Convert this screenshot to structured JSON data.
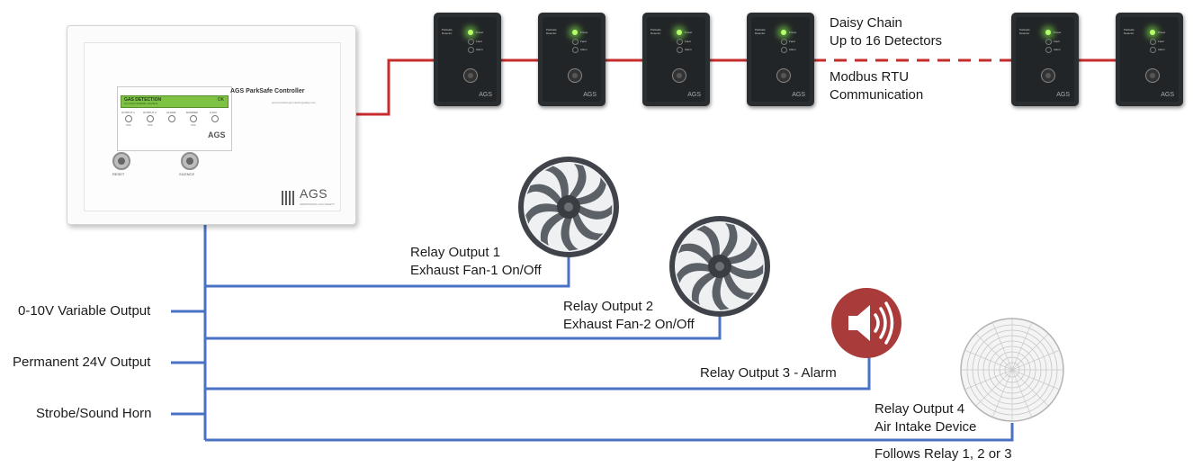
{
  "controller": {
    "title": "AGS ParkSafe Controller",
    "website": "www.armstrongmonitoringsafety.com",
    "lcd_line1": "GAS DETECTION",
    "lcd_status": "OK",
    "lcd_line2": "CO NO2 NORMAL LEVELS",
    "indicators": [
      {
        "label": "OUTPUT 1",
        "state": "OFF"
      },
      {
        "label": "OUTPUT 2",
        "state": "OFF"
      },
      {
        "label": "ALARM",
        "state": ""
      },
      {
        "label": "DAMPER",
        "state": "OFF"
      },
      {
        "label": "0-10V",
        "state": ""
      }
    ],
    "reset_label": "RESET",
    "silence_label": "SILENCE",
    "brand": "AGS",
    "brand_sub": "ARMSTRONG GAS SAFETY"
  },
  "detector": {
    "title_line1": "Parksafe",
    "title_line2": "Detector",
    "power": "Power",
    "fault": "Fault",
    "alarm": "Alarm",
    "brand": "AGS"
  },
  "labels": {
    "daisy_line1": "Daisy Chain",
    "daisy_line2": "Up to 16 Detectors",
    "modbus_line1": "Modbus RTU",
    "modbus_line2": "Communication",
    "relay1_line1": "Relay Output 1",
    "relay1_line2": "Exhaust Fan-1 On/Off",
    "relay2_line1": "Relay Output 2",
    "relay2_line2": "Exhaust Fan-2 On/Off",
    "relay3": "Relay Output 3 - Alarm",
    "relay4_line1": "Relay Output 4",
    "relay4_line2": "Air Intake Device",
    "relay4_line3": "Follows Relay 1, 2 or 3",
    "variable_output": "0-10V Variable Output",
    "permanent_output": "Permanent 24V Output",
    "strobe": "Strobe/Sound Horn"
  },
  "colors": {
    "bus_red": "#c62c2c",
    "wire_blue": "#4a72c4",
    "alarm_red": "#a93b3b",
    "fan_grey": "#4e5257"
  },
  "icons": {
    "fan": "exhaust-fan-icon",
    "alarm": "speaker-icon",
    "intake": "intake-grille-icon"
  }
}
